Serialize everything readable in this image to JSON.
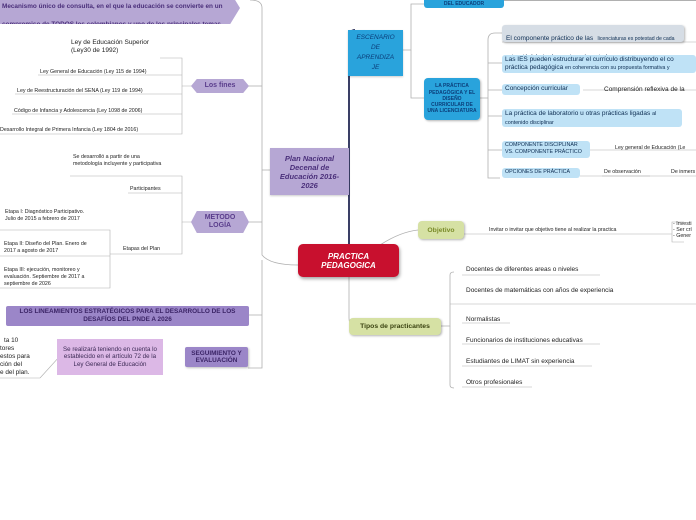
{
  "central": "PRACTICA PEDAGOGICA",
  "colors": {
    "central": "#c8102e",
    "purple": "#b6a7d4",
    "blue": "#29a3dc",
    "light_blue": "#bfe2f6",
    "olive": "#d6e1a4",
    "pink": "#dcb8e6",
    "line_dark": "#3a3f66",
    "line_gray": "#b0b0b0"
  },
  "left": {
    "top_box": "Mecanismo único de consulta, en el que la educación se convierte en un compromiso de TODOS los colombianos y uno de los principales temas de la agenda pública.",
    "plan": "Plan Nacional Decenal de Educación 2016-2026",
    "fines": {
      "label": "Los fines",
      "ley30": "Ley de Educación Superior (Ley30 de 1992)",
      "items": [
        "Ley General de Educación (Ley 115 de 1994)",
        "Ley de Reestructuración del SENA (Ley 119 de 1994)",
        "Código de Infancia y Adolescencia (Ley 1098 de 2006)",
        "Desarrollo Integral de Primera Infancia (Ley 1804 de 2016)"
      ]
    },
    "metodo": {
      "label": "METODO LOGÍA",
      "desarrollo": "Se desarrolló a partir de una metodología incluyente y participativa",
      "participantes": "Participantes",
      "etapas_label": "Etapas del Plan",
      "etapas": [
        "Etapa I: Diagnóstico Participativo. Julio de 2015 a febrero de 2017",
        "Etapa II: Diseño del Plan. Enero de 2017 a agosto de 2017",
        "Etapa III: ejecución, monitoreo y evaluación. Septiembre de 2017 a septiembre de 2026"
      ]
    },
    "lineamientos": "LOS LINEAMIENTOS ESTRATÉGICOS PARA EL DESARROLLO DE LOS DESAFÍOS DEL PNDE A 2026",
    "seguimiento": {
      "label": "SEGUIMIENTO Y EVALUACIÓN",
      "note": "Se realizará teniendo en cuenta lo establecido en el artículo 72 de la Ley General de Educación",
      "cut_text": [
        "ta 10",
        "tores",
        "estos para",
        "ción del",
        "e del plan."
      ]
    }
  },
  "right": {
    "educador_top": "DEL EDUCADOR",
    "escenario": "ESCENARIO DE APRENDIZA JE",
    "practica": "LA PRÁCTICA PEDAGÓGICA Y EL DISEÑO CURRICULAR DE UNA LICENCIATURA",
    "componente_gray_a": "El componente práctico de las",
    "componente_gray_b": "licenciaturas es potestad de cada universidad dentro de su autonomía curricular.",
    "ies_a": "Las IES pueden estructurar el currículo distribuyendo el co",
    "ies_b": "práctica pedagógica",
    "ies_c": "en coherencia con su propuesta formativa y",
    "concepcion": "Concepción curricular",
    "comprension": "Comprensión reflexiva de la",
    "laboratorio_a": "La práctica de laboratorio u otras prácticas ligadas",
    "laboratorio_b": "al contenido disciplinar",
    "componente_disc": "COMPONENTE DISCIPLINAR VS. COMPONENTE PRÁCTICO",
    "ley_general": "Ley general de Educación (Le",
    "opciones": "OPCIONES DE PRÁCTICA",
    "observacion": "De observación",
    "inmersion": "De inmers",
    "objetivo": "Objetivo",
    "objetivo_text": "Invitar o invitar que objetivo tiene al realizar la practica",
    "objetivo_list": [
      "- Investi",
      "- Ser crí",
      "- Gener"
    ],
    "tipos": "Tipos de practicantes",
    "tipos_items": [
      "Docentes de diferentes areas o niveles",
      "Docentes de matemáticas con años de experiencia",
      "Normalistas",
      "Funcionarios de instituciones educativas",
      "Estudiantes de LIMAT sin experiencia",
      "Otros profesionales"
    ]
  }
}
